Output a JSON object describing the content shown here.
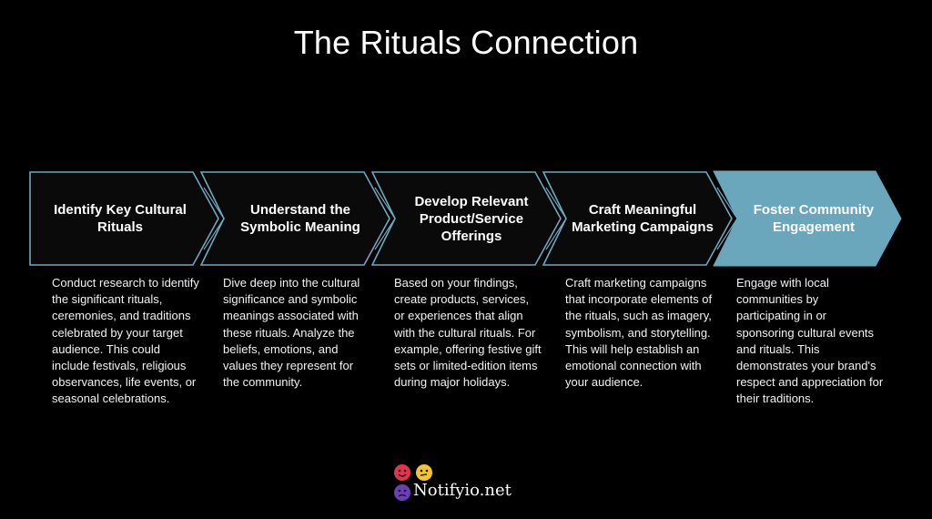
{
  "title": "The Rituals Connection",
  "colors": {
    "background": "#000000",
    "chevron_border": "#6fa8bf",
    "chevron_fill": "#0a0a0a",
    "active_fill": "#6aa7bd",
    "text": "#ffffff"
  },
  "steps": [
    {
      "label": "Identify Key Cultural Rituals",
      "description": "Conduct research to identify the significant rituals, ceremonies, and traditions celebrated by your target audience. This could include festivals, religious observances, life events, or seasonal celebrations.",
      "highlighted": false
    },
    {
      "label": "Understand the Symbolic Meaning",
      "description": "Dive deep into the cultural significance and symbolic meanings associated with these rituals. Analyze the beliefs, emotions, and values they represent for the community.",
      "highlighted": false
    },
    {
      "label": "Develop Relevant Product/Service Offerings",
      "description": "Based on your findings, create products, services, or experiences that align with the cultural rituals. For example, offering festive gift sets or limited-edition items during major holidays.",
      "highlighted": false
    },
    {
      "label": "Craft Meaningful Marketing Campaigns",
      "description": "Craft marketing campaigns that incorporate elements of the rituals, such as imagery, symbolism, and storytelling. This will help establish an emotional connection with your audience.",
      "highlighted": false
    },
    {
      "label": "Foster Community Engagement",
      "description": "Engage with local communities by participating in or sponsoring cultural events and rituals. This demonstrates your brand's respect and appreciation for their traditions.",
      "highlighted": true
    }
  ],
  "logo": {
    "brand": "Notifyio.net",
    "icon": "emoji-faces-icon"
  }
}
